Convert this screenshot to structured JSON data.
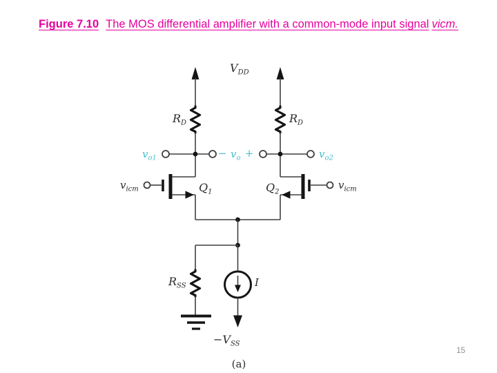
{
  "title": {
    "prefix": "Figure 7.10",
    "body": "The MOS differential amplifier with a common-mode input signal",
    "emphasis": "vicm.",
    "color": "#e6009e"
  },
  "page_number": "15",
  "circuit": {
    "caption": "(a)",
    "colors": {
      "wire": "#3f3f3f",
      "component": "#151515",
      "node_label": "#46bfcd"
    },
    "labels": {
      "vdd": {
        "main": "V",
        "sub": "DD"
      },
      "rd_left": {
        "main": "R",
        "sub": "D"
      },
      "rd_right": {
        "main": "R",
        "sub": "D"
      },
      "vo1": {
        "main": "v",
        "sub": "o1"
      },
      "minus": "−",
      "vo": {
        "main": "v",
        "sub": "o"
      },
      "plus": "+",
      "vo2": {
        "main": "v",
        "sub": "o2"
      },
      "vicm_left": {
        "main": "v",
        "sub": "icm"
      },
      "vicm_right": {
        "main": "v",
        "sub": "icm"
      },
      "q1": {
        "main": "Q",
        "sub": "1"
      },
      "q2": {
        "main": "Q",
        "sub": "2"
      },
      "rss": {
        "main": "R",
        "sub": "SS"
      },
      "current_source": "I",
      "neg_vss": {
        "main": "−V",
        "sub": "SS"
      }
    }
  }
}
